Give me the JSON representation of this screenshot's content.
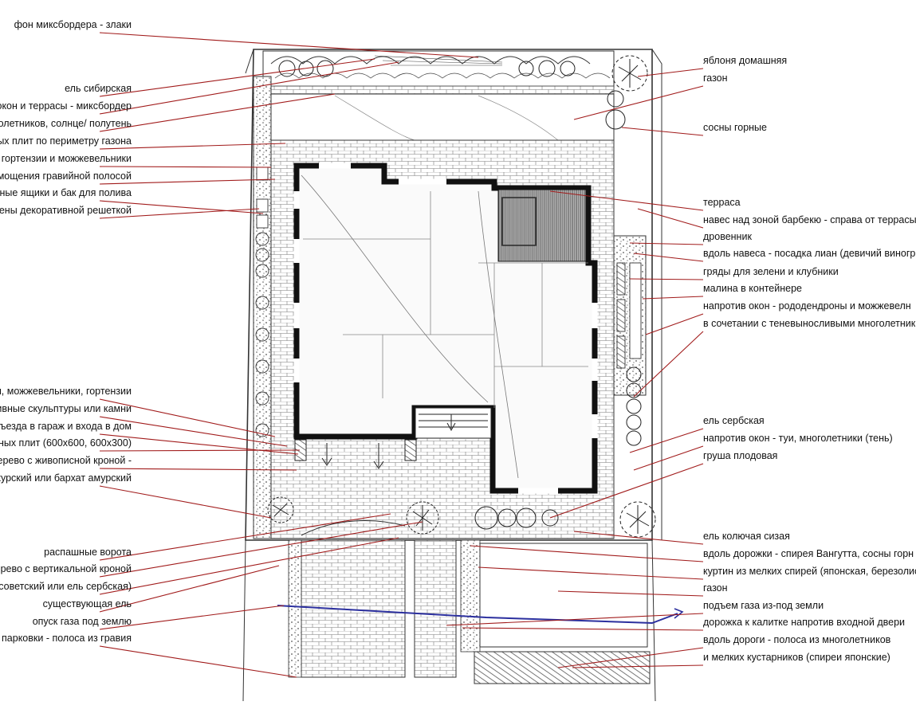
{
  "left_labels": [
    "фон миксбордера - злаки",
    "ель сибирская",
    "окон и террасы - миксбордер",
    "олетников, солнце/ полутень",
    "ых плит по периметру газона",
    "- гортензии и можжевельники",
    "мощения гравийной полосой",
    "тные ящики и бак для полива",
    "ены декоративной решеткой",
    "и, можжевельники, гортензии",
    "ивные скульптуры или камни",
    "ъезда в гараж и входа в дом",
    "ных плит (600х600, 600х300)",
    "ерево с живописной кроной -",
    "курский или бархат амурский",
    "распашные ворота",
    "ерево с вертикальной кроной",
    "советский или ель сербская)",
    "существующая ель",
    "опуск газа под землю",
    "и парковки - полоса из гравия"
  ],
  "right_labels": [
    "яблоня домашняя",
    "газон",
    "сосны горные",
    "терраса",
    "навес над зоной барбекю - справа от террасы",
    "дровенник",
    "вдоль навеса - посадка лиан (девичий виногр",
    "гряды для зелени и клубники",
    "малина в контейнере",
    " напротив окон - рододендроны и можжевелн",
    "в сочетании с теневыносливыми многолетник",
    "ель сербская",
    "напротив окон - туи, многолетники (тень)",
    "груша плодовая",
    "ель колючая сизая",
    "вдоль дорожки - спирея Вангутта, сосны горн",
    "куртин из мелких спирей (японская, березолис",
    "газон",
    "подъем газа из-под земли",
    "дорожка к калитке напротив входной двери",
    " вдоль дороги - полоса из многолетников",
    " и мелких кустарников (спиреи японские)"
  ],
  "colors": {
    "leader": "#a11b1b",
    "gas_line": "#2b2f9e",
    "wall": "#111111",
    "sketch": "#333333"
  }
}
